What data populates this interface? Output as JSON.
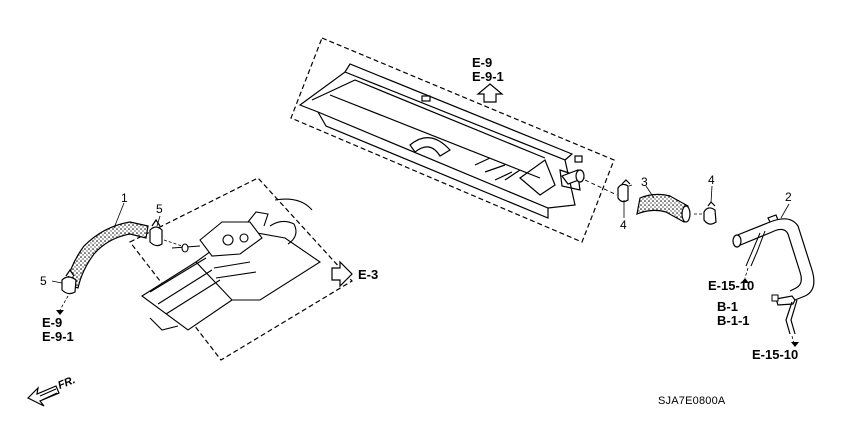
{
  "part_numbers": {
    "p1": "1",
    "p2": "2",
    "p3": "3",
    "p4_top": "4",
    "p4_bottom": "4",
    "p5_top": "5",
    "p5_bottom": "5"
  },
  "references": {
    "top_e9": "E-9",
    "top_e91": "E-9-1",
    "left_e9": "E-9",
    "left_e91": "E-9-1",
    "e3": "E-3",
    "e1510_upper": "E-15-10",
    "e1510_lower": "E-15-10",
    "b1": "B-1",
    "b11": "B-1-1"
  },
  "direction_label": "FR.",
  "diagram_code": "SJA7E0800A",
  "colors": {
    "line": "#000000",
    "background": "#ffffff"
  }
}
